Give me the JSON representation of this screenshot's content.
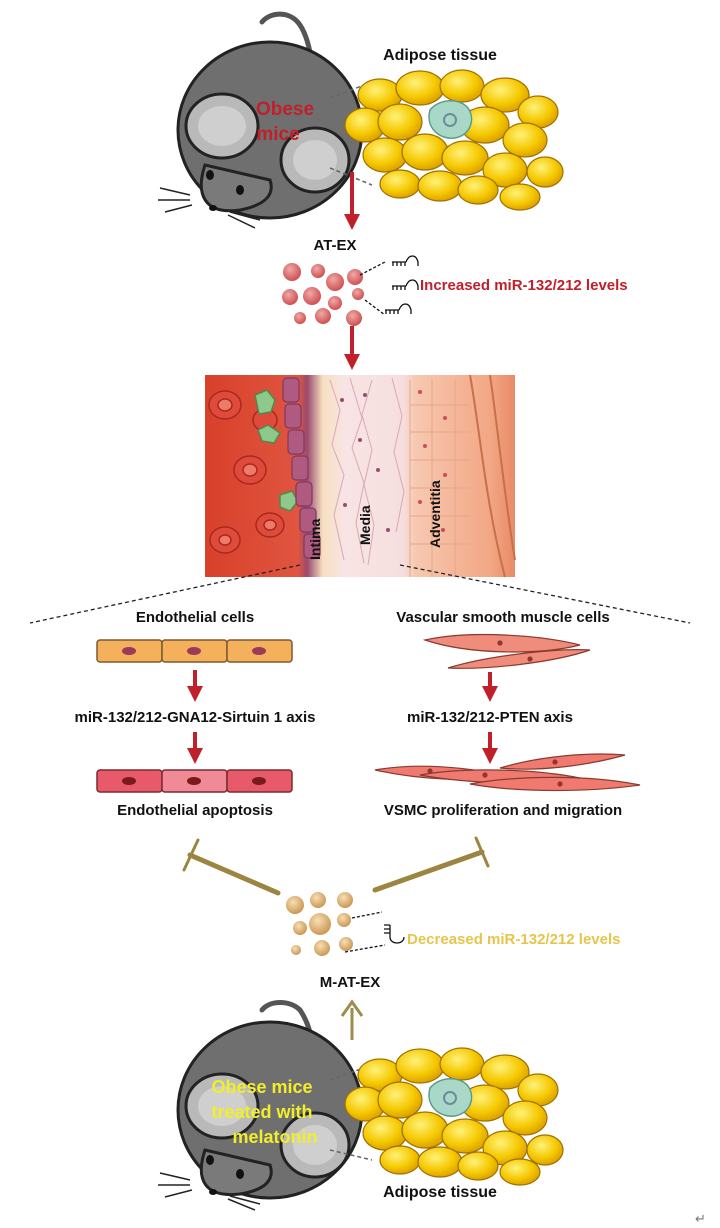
{
  "top_mouse": {
    "label_line1": "Obese",
    "label_line2": "mice"
  },
  "top_tissue": {
    "label": "Adipose tissue"
  },
  "at_ex": {
    "label": "AT-EX",
    "mirna_label": "Increased miR-132/212 levels"
  },
  "vessel": {
    "layers": [
      "Intima",
      "Media",
      "Adventitia"
    ]
  },
  "left_branch": {
    "cell_label": "Endothelial cells",
    "axis_label": "miR-132/212-GNA12-Sirtuin 1 axis",
    "outcome_label": "Endothelial apoptosis"
  },
  "right_branch": {
    "cell_label": "Vascular smooth muscle cells",
    "axis_label": "miR-132/212-PTEN axis",
    "outcome_label": "VSMC proliferation and migration"
  },
  "m_at_ex": {
    "label": "M-AT-EX",
    "mirna_label": "Decreased miR-132/212 levels"
  },
  "bottom_mouse": {
    "label_line1": "Obese mice",
    "label_line2": "treated with",
    "label_line3": "melatonin"
  },
  "bottom_tissue": {
    "label": "Adipose tissue"
  },
  "colors": {
    "increase": "#c0202a",
    "decrease_text": "#e6c54a",
    "decrease_arrow": "#a08b4a",
    "mouse_gray": "#6f6f6f",
    "fat_yellow": "#f5c800",
    "endothelial": "#f4b05a",
    "vsmc": "#f08c7c"
  }
}
